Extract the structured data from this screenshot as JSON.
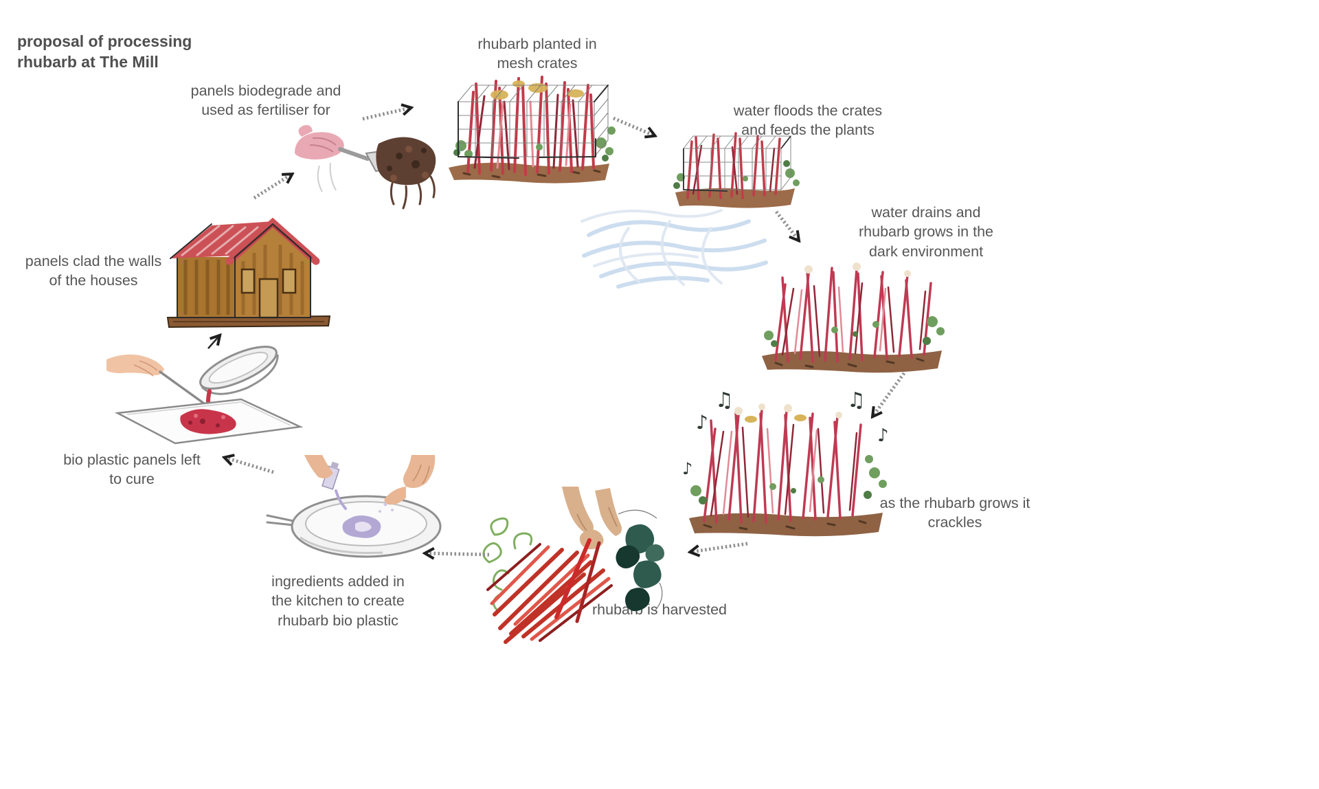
{
  "title": {
    "text": "proposal of processing\nrhubarb at The Mill"
  },
  "steps": [
    {
      "id": "planted",
      "label": "rhubarb planted in\nmesh crates"
    },
    {
      "id": "flood",
      "label": "water floods the crates\nand feeds the plants"
    },
    {
      "id": "drain",
      "label": "water drains and\nrhubarb grows in the\ndark environment"
    },
    {
      "id": "crackle",
      "label": "as the rhubarb grows it\ncrackles"
    },
    {
      "id": "harvest",
      "label": "rhubarb is harvested"
    },
    {
      "id": "kitchen",
      "label": "ingredients added in\nthe kitchen to create\nrhubarb bio plastic"
    },
    {
      "id": "cure",
      "label": "bio plastic panels left\nto cure"
    },
    {
      "id": "clad",
      "label": "panels clad the walls\nof the houses"
    },
    {
      "id": "fertiliser",
      "label": "panels biodegrade and\nused as fertiliser for"
    }
  ],
  "icons": {
    "music_note": "♪",
    "music_beam": "♫"
  },
  "colors": {
    "label_text": "#565656",
    "title_text": "#4f4f4f",
    "arrow_shaft": "#8f8f8f",
    "arrow_head": "#1f1f1f",
    "rhubarb_red": "#c23b4a",
    "rhubarb_dark": "#8e2737",
    "rhubarb_pink": "#e58a93",
    "leaf_green": "#6f9e5e",
    "leaf_dark_green": "#4e7d46",
    "teal_leaf": "#2e5b4e",
    "soil_brown": "#9c6b49",
    "water_blue": "#c7daee",
    "house_roof_red": "#cc5156",
    "house_wall_brown": "#a9752f",
    "skin_tan": "#d9b08c",
    "skin_pink": "#e9a9b4",
    "bioplastic_red": "#c8354a",
    "plastic_purple": "#b3a8d4",
    "pan_gray": "#8f8f8f",
    "compost_brown": "#5e4032"
  }
}
